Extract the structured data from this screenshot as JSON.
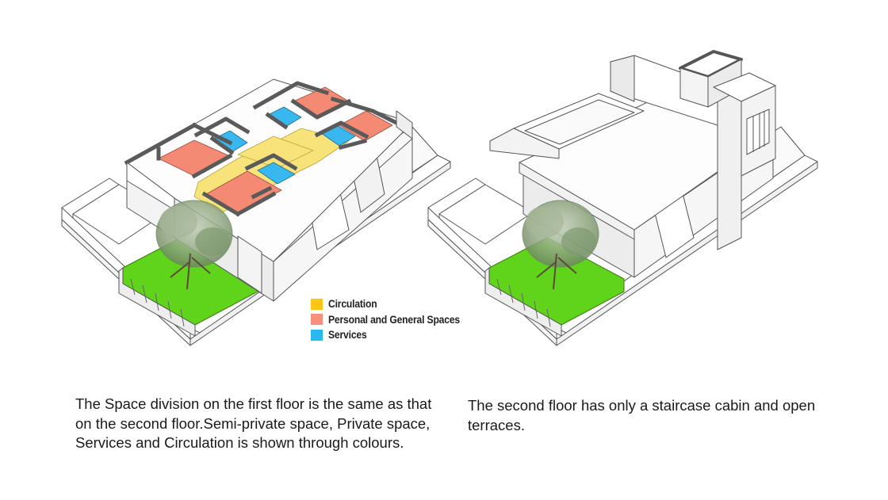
{
  "legend": {
    "items": [
      {
        "label": "Circulation",
        "color": "#ffc414"
      },
      {
        "label": "Personal and General Spaces",
        "color": "#f98f7d"
      },
      {
        "label": "Services",
        "color": "#29b8ef"
      }
    ]
  },
  "colors": {
    "circulation_floor": "#f7e37a",
    "personal_floor": "#f58a74",
    "services_floor": "#38b8ee",
    "lawn": "#5fd41a",
    "tree_foliage": "#8aa57a",
    "outline": "#555555",
    "wall_top": "#555555"
  },
  "captions": {
    "left": "The Space division on the first floor is the same as that on the second floor.Semi-private space, Private space, Services and Circulation is shown through colours.",
    "right": "The second floor has only a staircase cabin and open terraces."
  }
}
